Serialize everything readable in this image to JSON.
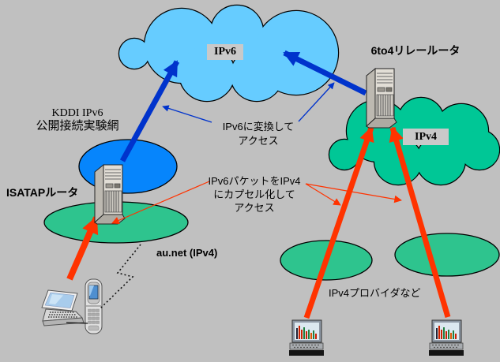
{
  "diagram": {
    "background_color": "#C0C0C0",
    "label_tag_bg": "#C9C9C9",
    "clouds": {
      "ipv6": {
        "label": "IPv6",
        "color": "#66CCFF"
      },
      "ipv4": {
        "label": "IPv4",
        "color": "#00C796"
      }
    },
    "networks": {
      "kddi": {
        "line1": "KDDI IPv6",
        "line2": "公開接続実験網",
        "ellipse_color": "#0685FC"
      },
      "aunet": {
        "label": "au.net (IPv4)",
        "ellipse_color": "#2EC48E"
      },
      "providers": {
        "label": "IPv4プロバイダなど",
        "ellipse_color": "#2EC48E"
      }
    },
    "routers": {
      "isatap": {
        "label": "ISATAPルータ",
        "icon": "tower-server-icon"
      },
      "relay6to4": {
        "label": "6to4リレールータ",
        "icon": "tower-server-icon"
      }
    },
    "devices": {
      "laptop_icon": "laptop-icon",
      "phone_icon": "flip-phone-icon",
      "provider_pc_icon": "chart-laptop-icon"
    },
    "annotations": {
      "convert": {
        "line1": "IPv6に変換して",
        "line2": "アクセス",
        "arrow_color": "#0033CC"
      },
      "encapsulate": {
        "line1": "IPv6パケットをIPv4",
        "line2": "にカプセル化して",
        "line3": "アクセス",
        "arrow_color": "#FF3300"
      }
    }
  }
}
